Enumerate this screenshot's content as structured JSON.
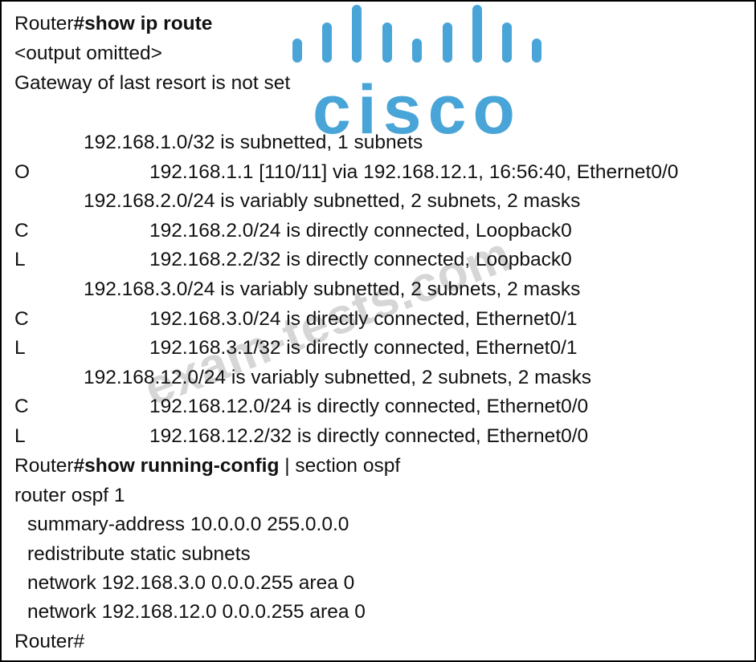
{
  "watermark": {
    "brand": "cisco",
    "site": "exam-tests.com",
    "brand_color": "#49a5d8"
  },
  "terminal": {
    "cmd1": {
      "prompt": "Router",
      "command": "#show ip route"
    },
    "omitted": "<output omitted>",
    "gateway": "Gateway of last resort is not set",
    "routes": [
      {
        "code": "",
        "text": "192.168.1.0/32 is subnetted, 1 subnets",
        "level": "a"
      },
      {
        "code": "O",
        "text": "192.168.1.1 [110/11] via 192.168.12.1, 16:56:40, Ethernet0/0",
        "level": "b"
      },
      {
        "code": "",
        "text": "192.168.2.0/24 is variably subnetted, 2 subnets, 2 masks",
        "level": "a"
      },
      {
        "code": "C",
        "text": "192.168.2.0/24 is directly connected, Loopback0",
        "level": "b"
      },
      {
        "code": "L",
        "text": "192.168.2.2/32 is directly connected, Loopback0",
        "level": "b"
      },
      {
        "code": "",
        "text": "192.168.3.0/24 is variably subnetted, 2 subnets, 2 masks",
        "level": "a"
      },
      {
        "code": "C",
        "text": "192.168.3.0/24 is directly connected, Ethernet0/1",
        "level": "b"
      },
      {
        "code": "L",
        "text": "192.168.3.1/32 is directly connected, Ethernet0/1",
        "level": "b"
      },
      {
        "code": "",
        "text": "192.168.12.0/24 is variably subnetted, 2 subnets, 2 masks",
        "level": "a"
      },
      {
        "code": "C",
        "text": "192.168.12.0/24 is directly connected, Ethernet0/0",
        "level": "b"
      },
      {
        "code": "L",
        "text": "192.168.12.2/32 is directly connected, Ethernet0/0",
        "level": "b"
      }
    ],
    "cmd2": {
      "prompt": "Router",
      "command": "#show running-config",
      "filter": " | section ospf"
    },
    "config": [
      "router ospf 1",
      "summary-address 10.0.0.0 255.0.0.0",
      "redistribute static subnets",
      "network 192.168.3.0 0.0.0.255 area 0",
      "network 192.168.12.0 0.0.0.255 area 0"
    ],
    "final_prompt": "Router#"
  }
}
